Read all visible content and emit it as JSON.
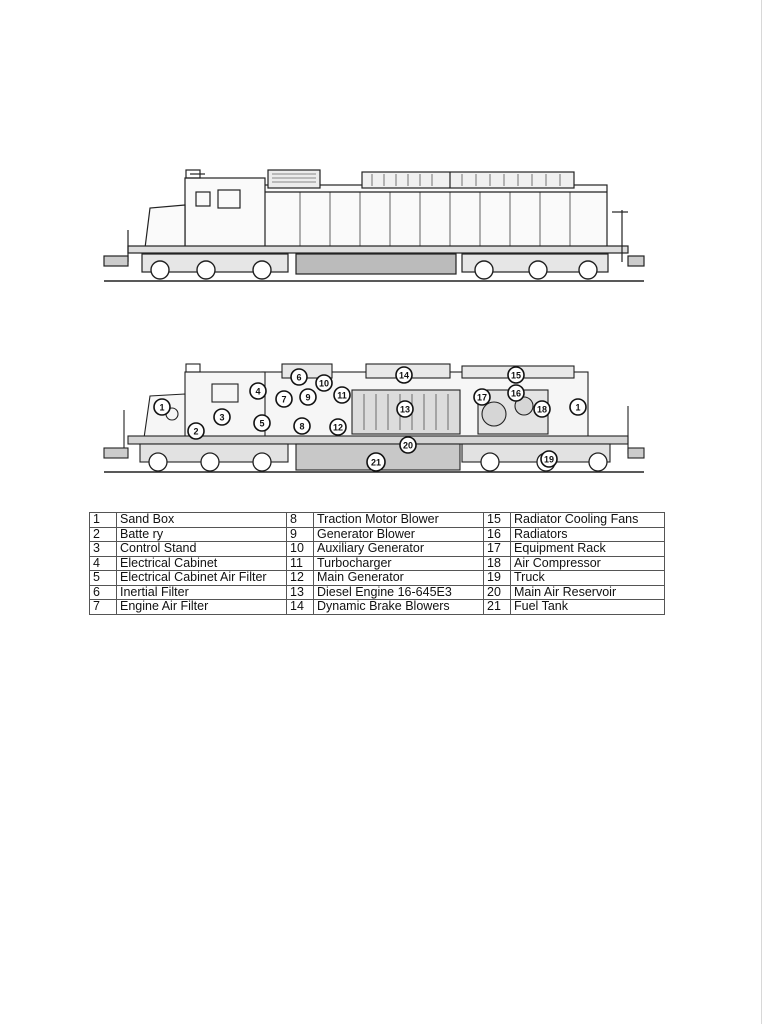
{
  "callouts": [
    {
      "n": "1"
    },
    {
      "n": "1"
    },
    {
      "n": "2"
    },
    {
      "n": "3"
    },
    {
      "n": "4"
    },
    {
      "n": "5"
    },
    {
      "n": "6"
    },
    {
      "n": "7"
    },
    {
      "n": "8"
    },
    {
      "n": "9"
    },
    {
      "n": "10"
    },
    {
      "n": "11"
    },
    {
      "n": "12"
    },
    {
      "n": "13"
    },
    {
      "n": "14"
    },
    {
      "n": "15"
    },
    {
      "n": "16"
    },
    {
      "n": "17"
    },
    {
      "n": "18"
    },
    {
      "n": "19"
    },
    {
      "n": "20"
    },
    {
      "n": "21"
    }
  ],
  "legend": [
    {
      "n1": "1",
      "l1": "Sand Box",
      "n2": "8",
      "l2": "Traction Motor Blower",
      "n3": "15",
      "l3": "Radiator Cooling Fans"
    },
    {
      "n1": "2",
      "l1": "Batte ry",
      "n2": "9",
      "l2": "Generator Blower",
      "n3": "16",
      "l3": "Radiators"
    },
    {
      "n1": "3",
      "l1": "Control Stand",
      "n2": "10",
      "l2": "Auxiliary Generator",
      "n3": "17",
      "l3": "Equipment Rack"
    },
    {
      "n1": "4",
      "l1": "Electrical Cabinet",
      "n2": "11",
      "l2": "Turbocharger",
      "n3": "18",
      "l3": "Air Compressor"
    },
    {
      "n1": "5",
      "l1": "Electrical Cabinet Air Filter",
      "n2": "12",
      "l2": "Main Generator",
      "n3": "19",
      "l3": "Truck"
    },
    {
      "n1": "6",
      "l1": "Inertial Filter",
      "n2": "13",
      "l2": "Diesel Engine 16-645E3",
      "n3": "20",
      "l3": "Main Air Reservoir"
    },
    {
      "n1": "7",
      "l1": "Engine Air Filter",
      "n2": "14",
      "l2": "Dynamic Brake Blowers",
      "n3": "21",
      "l3": "Fuel Tank"
    }
  ]
}
